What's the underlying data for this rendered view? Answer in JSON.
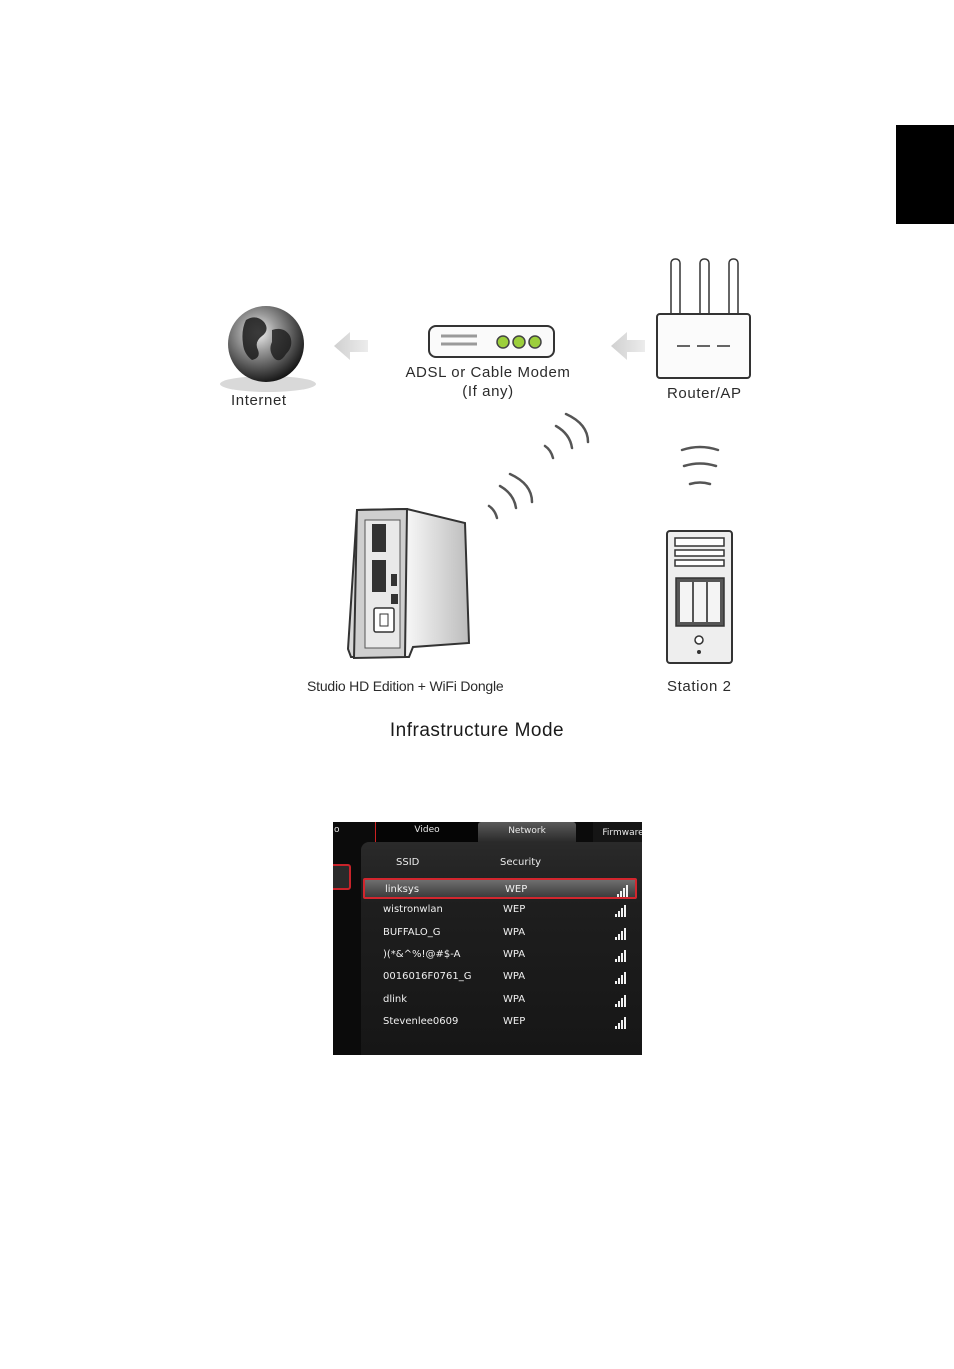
{
  "diagram": {
    "internet_label": "Internet",
    "modem_label_line1": "ADSL or Cable Modem",
    "modem_label_line2": "(If any)",
    "router_label": "Router/AP",
    "studio_label": "Studio HD Edition + WiFi Dongle",
    "station_label": "Station 2",
    "caption": "Infrastructure Mode"
  },
  "network_screen": {
    "tabs": [
      {
        "label": "o"
      },
      {
        "label": "Video"
      },
      {
        "label": "Network"
      },
      {
        "label": "Firmware"
      }
    ],
    "columns": {
      "ssid": "SSID",
      "security": "Security"
    },
    "selected_index": 0,
    "networks": [
      {
        "ssid": "linksys",
        "security": "WEP"
      },
      {
        "ssid": "wistronwlan",
        "security": "WEP"
      },
      {
        "ssid": "BUFFALO_G",
        "security": "WPA"
      },
      {
        "ssid": ")(*&^%!@#$-A",
        "security": "WPA"
      },
      {
        "ssid": "0016016F0761_G",
        "security": "WPA"
      },
      {
        "ssid": "dlink",
        "security": "WPA"
      },
      {
        "ssid": "Stevenlee0609",
        "security": "WEP"
      }
    ],
    "colors": {
      "selection": "#d2262e",
      "background": "#0b0b0b"
    }
  }
}
